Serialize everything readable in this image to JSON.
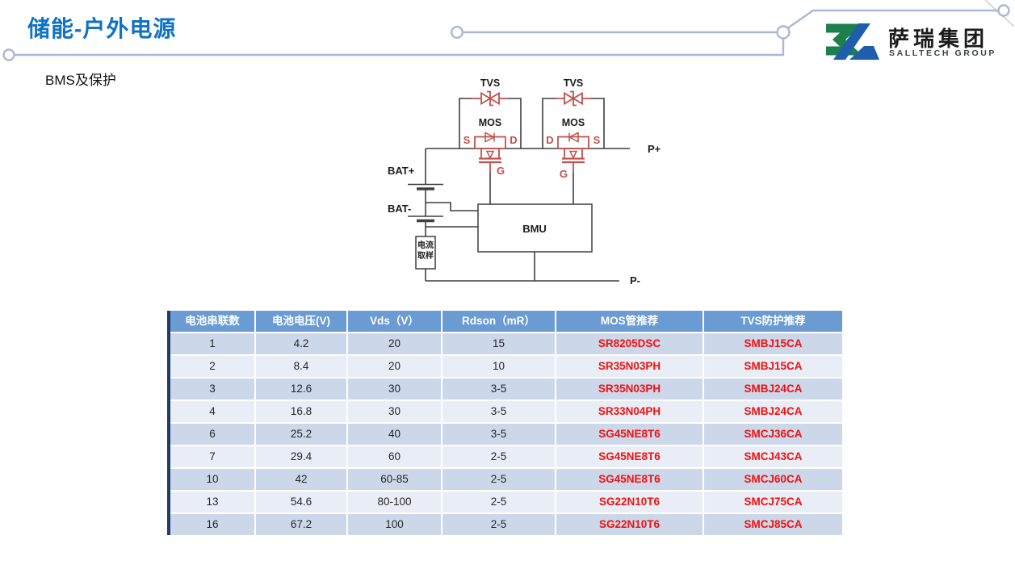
{
  "slide": {
    "title": "储能-户外电源",
    "subtitle": "BMS及保护"
  },
  "logo": {
    "name_cn": "萨瑞集团",
    "name_en": "SALLTECH GROUP"
  },
  "colors": {
    "title_blue": "#0e72c6",
    "accent_line": "#a9b8d5",
    "wire": "#3f3f3f",
    "circuit_red": "#c0504d",
    "logo_green": "#1d7f4b",
    "logo_blue": "#1f5dad",
    "table_header_bg": "#6b9bd3",
    "row_dark": "#ccd8ea",
    "row_light": "#e9eef6",
    "left_border": "#1e3c6b",
    "value_red": "#ee1111"
  },
  "circuit": {
    "labels": {
      "tvs": "TVS",
      "mos": "MOS",
      "s": "S",
      "d": "D",
      "g": "G",
      "bat_plus": "BAT+",
      "bat_minus": "BAT-",
      "bmu": "BMU",
      "p_plus": "P+",
      "p_minus": "P-",
      "sampling_line1": "电流",
      "sampling_line2": "取样"
    }
  },
  "table": {
    "headers": [
      "电池串联数",
      "电池电压(V)",
      "Vds（V）",
      "Rdson（mR）",
      "MOS管推荐",
      "TVS防护推荐"
    ],
    "rows": [
      [
        "1",
        "4.2",
        "20",
        "15",
        "SR8205DSC",
        "SMBJ15CA"
      ],
      [
        "2",
        "8.4",
        "20",
        "10",
        "SR35N03PH",
        "SMBJ15CA"
      ],
      [
        "3",
        "12.6",
        "30",
        "3-5",
        "SR35N03PH",
        "SMBJ24CA"
      ],
      [
        "4",
        "16.8",
        "30",
        "3-5",
        "SR33N04PH",
        "SMBJ24CA"
      ],
      [
        "6",
        "25.2",
        "40",
        "3-5",
        "SG45NE8T6",
        "SMCJ36CA"
      ],
      [
        "7",
        "29.4",
        "60",
        "2-5",
        "SG45NE8T6",
        "SMCJ43CA"
      ],
      [
        "10",
        "42",
        "60-85",
        "2-5",
        "SG45NE8T6",
        "SMCJ60CA"
      ],
      [
        "13",
        "54.6",
        "80-100",
        "2-5",
        "SG22N10T6",
        "SMCJ75CA"
      ],
      [
        "16",
        "67.2",
        "100",
        "2-5",
        "SG22N10T6",
        "SMCJ85CA"
      ]
    ]
  }
}
